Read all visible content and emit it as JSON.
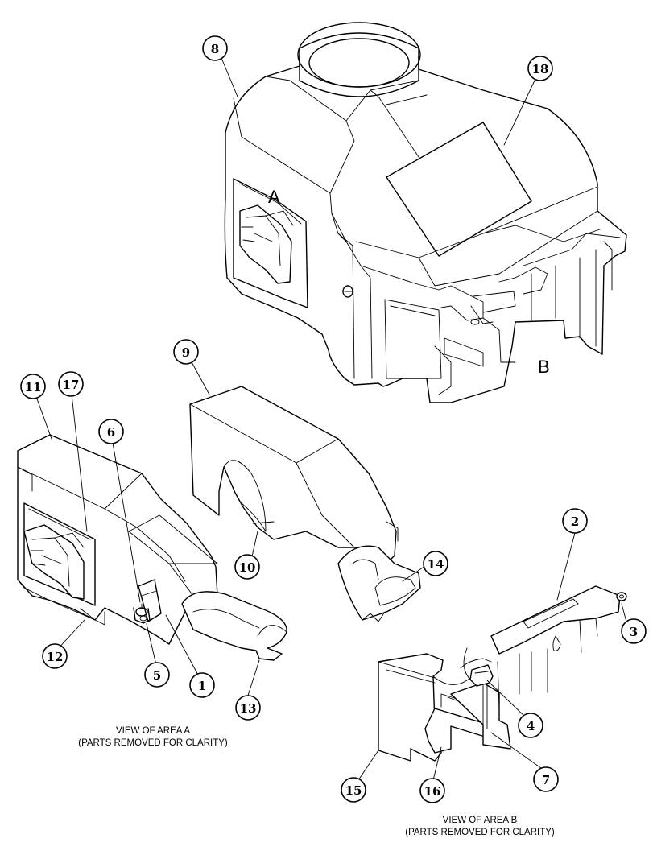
{
  "callouts": {
    "c1": "1",
    "c2": "2",
    "c3": "3",
    "c4": "4",
    "c5": "5",
    "c6": "6",
    "c7": "7",
    "c8": "8",
    "c9": "9",
    "c10": "10",
    "c11": "11",
    "c12": "12",
    "c13": "13",
    "c14": "14",
    "c15": "15",
    "c16": "16",
    "c17": "17",
    "c18": "18"
  },
  "area_labels": {
    "a": "A",
    "b": "B"
  },
  "captions": {
    "area_a_line1": "VIEW OF AREA  A",
    "area_a_line2": "(PARTS REMOVED FOR CLARITY)",
    "area_b_line1": "VIEW OF AREA  B",
    "area_b_line2": "(PARTS REMOVED FOR CLARITY)"
  }
}
